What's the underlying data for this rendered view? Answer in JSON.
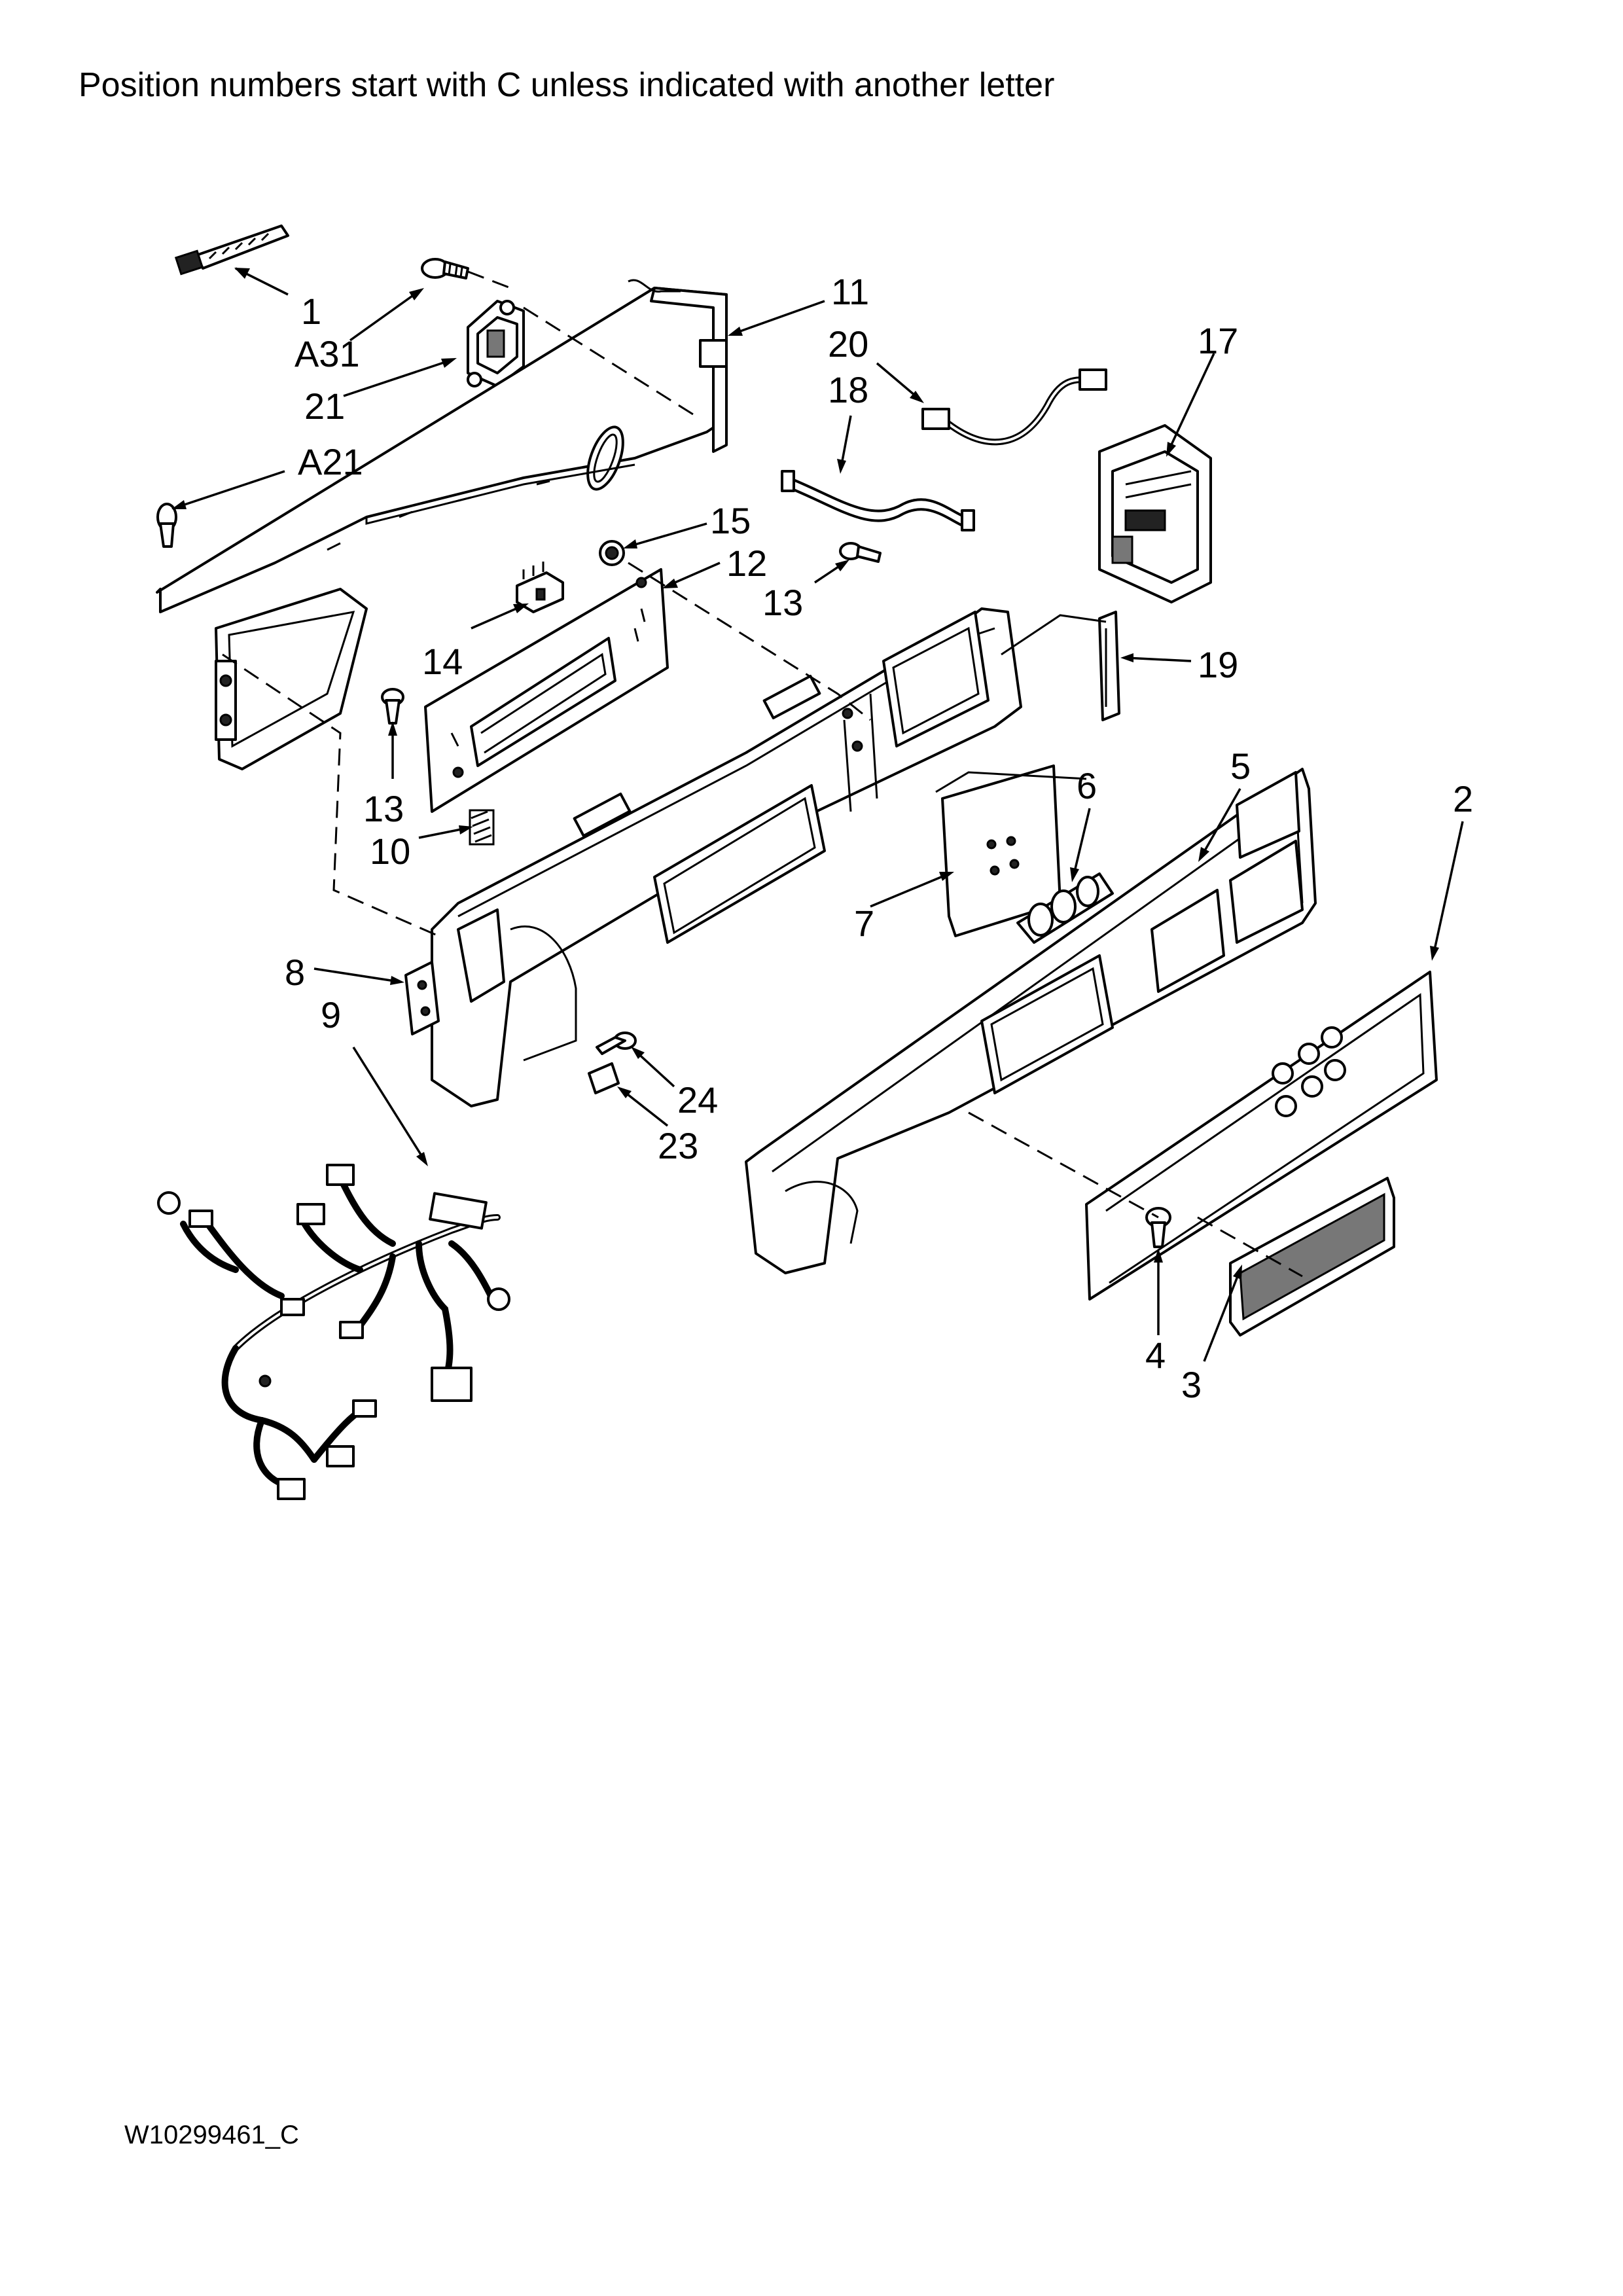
{
  "header": {
    "note": "Position numbers start with C unless indicated with another letter"
  },
  "footer": {
    "doc_id": "W10299461_C"
  },
  "callouts": [
    {
      "id": "c1",
      "label": "1"
    },
    {
      "id": "a31",
      "label": "A31"
    },
    {
      "id": "c21",
      "label": "21"
    },
    {
      "id": "a21",
      "label": "A21"
    },
    {
      "id": "c11",
      "label": "11"
    },
    {
      "id": "c20",
      "label": "20"
    },
    {
      "id": "c18",
      "label": "18"
    },
    {
      "id": "c17",
      "label": "17"
    },
    {
      "id": "c15",
      "label": "15"
    },
    {
      "id": "c12",
      "label": "12"
    },
    {
      "id": "c13a",
      "label": "13"
    },
    {
      "id": "c14",
      "label": "14"
    },
    {
      "id": "c19",
      "label": "19"
    },
    {
      "id": "c13b",
      "label": "13"
    },
    {
      "id": "c10",
      "label": "10"
    },
    {
      "id": "c6",
      "label": "6"
    },
    {
      "id": "c5",
      "label": "5"
    },
    {
      "id": "c2",
      "label": "2"
    },
    {
      "id": "c7",
      "label": "7"
    },
    {
      "id": "c8",
      "label": "8"
    },
    {
      "id": "c9",
      "label": "9"
    },
    {
      "id": "c24",
      "label": "24"
    },
    {
      "id": "c23",
      "label": "23"
    },
    {
      "id": "c4",
      "label": "4"
    },
    {
      "id": "c3",
      "label": "3"
    }
  ]
}
